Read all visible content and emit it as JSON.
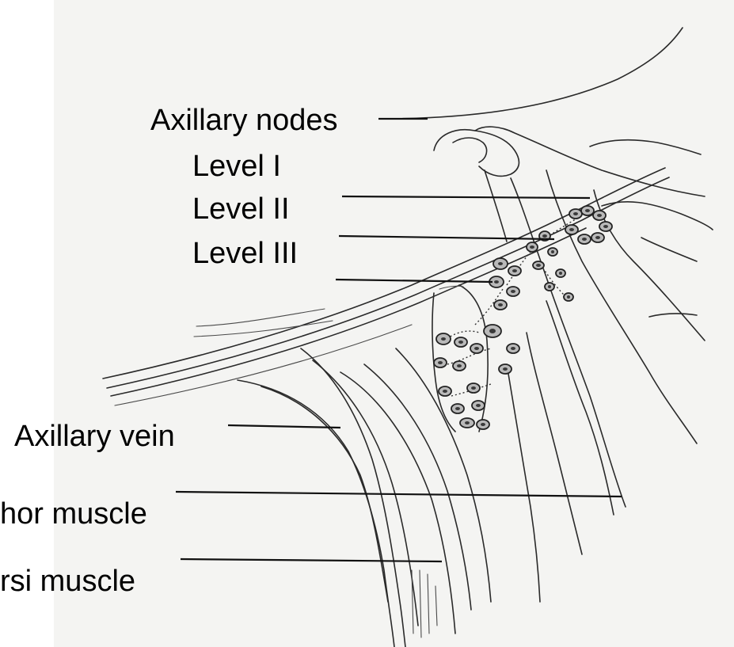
{
  "labels": {
    "axillary_nodes": "Axillary nodes",
    "level_1": "Level I",
    "level_2": "Level II",
    "level_3": "Level III",
    "axillary_vein": "Axillary vein",
    "pectoralis_minor": "hor muscle",
    "latissimus_dorsi": "rsi muscle"
  },
  "colors": {
    "background": "#ffffff",
    "paper": "#f4f4f2",
    "ink": "#2a2a2a",
    "text": "#000000"
  }
}
